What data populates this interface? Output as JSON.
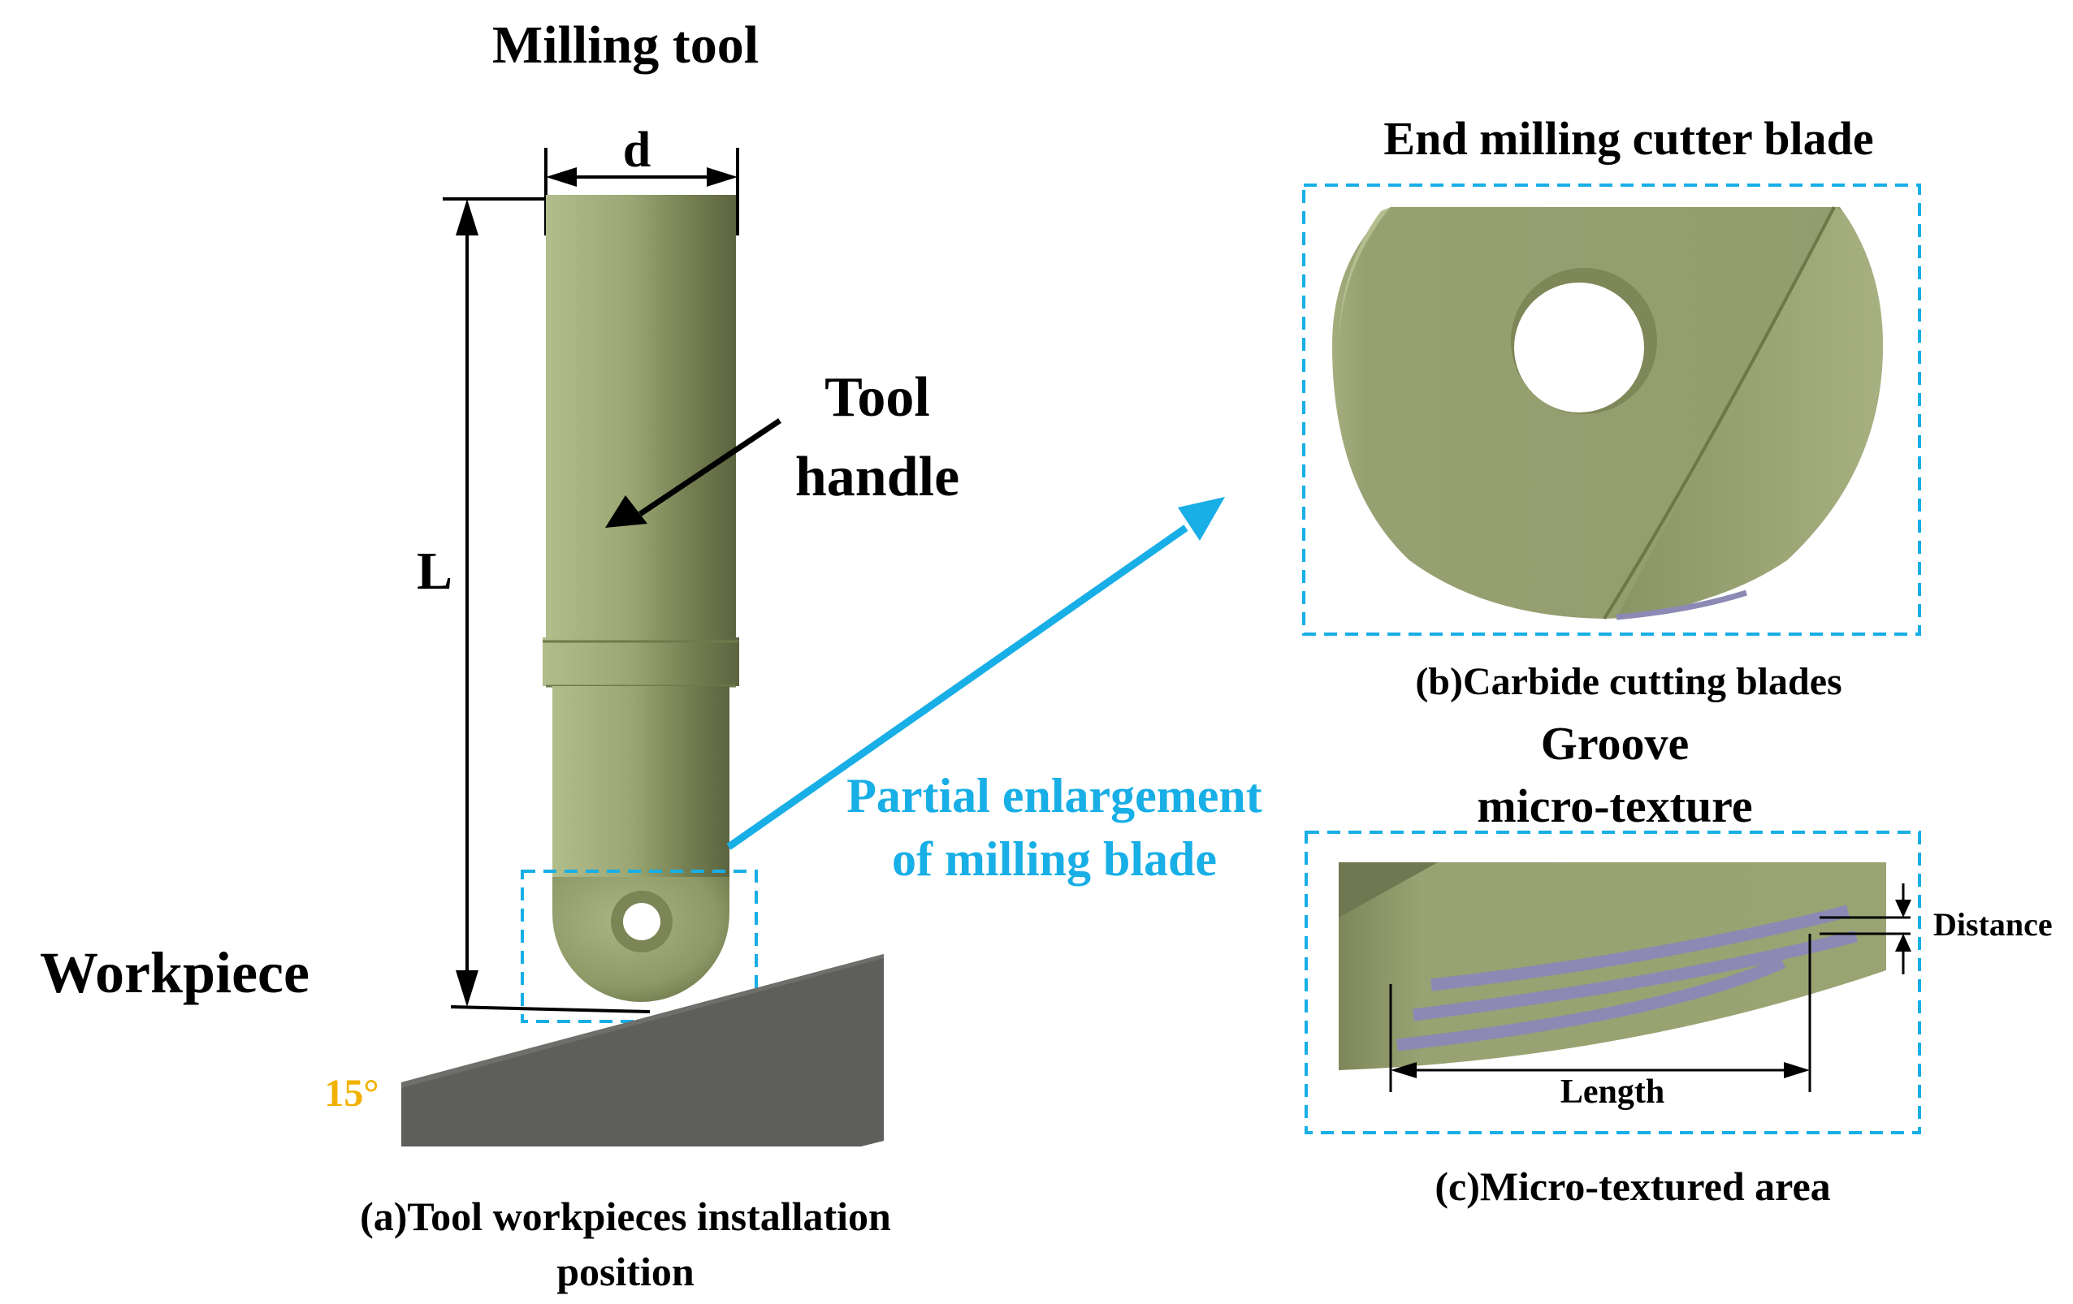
{
  "panel_a": {
    "title": "Milling tool",
    "dim_d": "d",
    "dim_L": "L",
    "handle_label_1": "Tool",
    "handle_label_2": "handle",
    "workpiece_label": "Workpiece",
    "angle_label": "15°",
    "caption_1": "(a)Tool workpieces installation",
    "caption_2": "position"
  },
  "callout": {
    "line_1": "Partial enlargement",
    "line_2": "of milling blade"
  },
  "panel_b": {
    "title": "End milling cutter blade",
    "caption": "(b)Carbide cutting blades"
  },
  "panel_c": {
    "title_1": "Groove",
    "title_2": "micro-texture",
    "distance_label": "Distance",
    "length_label": "Length",
    "caption": "(c)Micro-textured area"
  },
  "colors": {
    "tool_green": "#99a573",
    "workpiece_gray": "#5e5e5c",
    "callout_blue": "#18aee6",
    "angle_orange": "#f2b100",
    "groove_purple": "#8c89b4"
  }
}
